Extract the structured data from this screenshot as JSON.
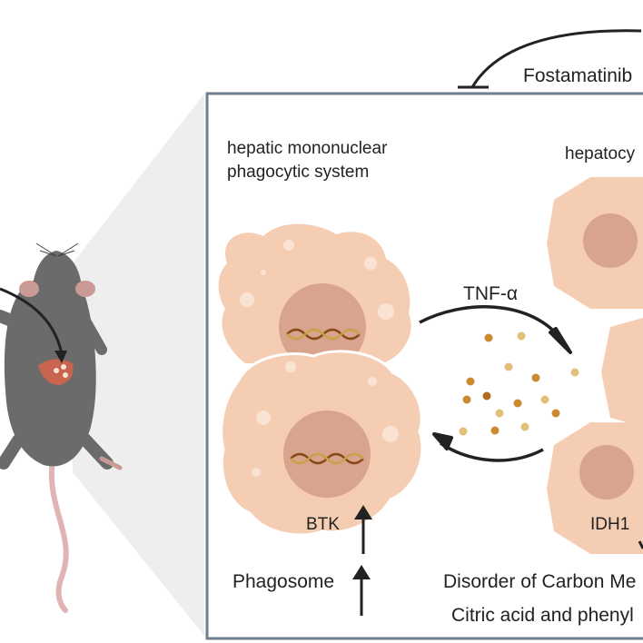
{
  "labels": {
    "drug": "Fostamatinib",
    "system_line1": "hepatic mononuclear",
    "system_line2": "phagocytic system",
    "hepatocyte": "hepatocy",
    "cytokine": "TNF-α",
    "kinase": "BTK",
    "enzyme": "IDH1",
    "organelle": "Phagosome",
    "disorder": "Disorder of Carbon Me",
    "metabolites": "Citric acid and phenyl"
  },
  "colors": {
    "panel_border": "#6e7f92",
    "cell_fill": "#f5cdb3",
    "nucleus_fill": "#d9a48e",
    "mouse_body": "#6b6b6b",
    "tail": "#e0b4b2",
    "arrow": "#222222",
    "dna_a": "#8a4a18",
    "dna_b": "#c9a24a"
  }
}
